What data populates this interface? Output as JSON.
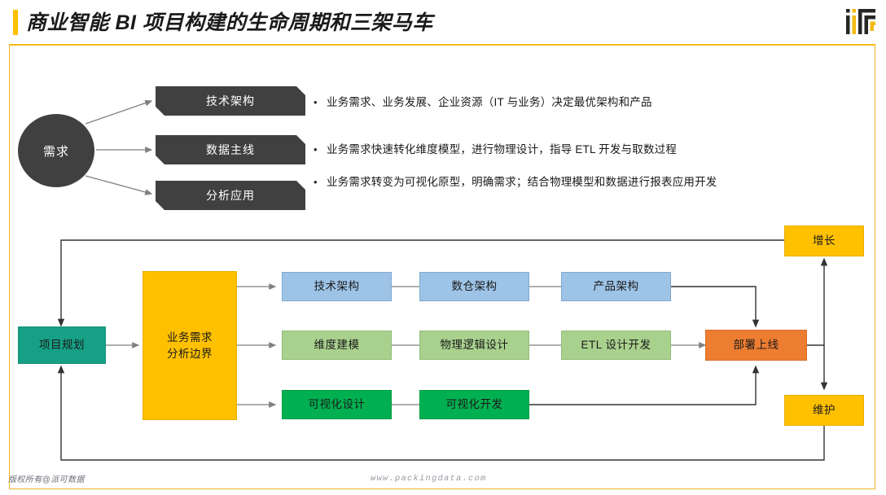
{
  "header": {
    "title": "商业智能 BI 项目构建的生命周期和三架马车",
    "accent_color": "#FFC000",
    "logo_name": "ifr-logo"
  },
  "top_section": {
    "source_node": {
      "label": "需求",
      "color": "#404040"
    },
    "pillars": [
      {
        "label": "技术架构",
        "color": "#404040"
      },
      {
        "label": "数据主线",
        "color": "#404040"
      },
      {
        "label": "分析应用",
        "color": "#404040"
      }
    ],
    "bullets": [
      {
        "marker": "•",
        "text": "业务需求、业务发展、企业资源（IT 与业务）决定最优架构和产品"
      },
      {
        "marker": "•",
        "text": "业务需求快速转化维度模型，进行物理设计，指导 ETL 开发与取数过程"
      },
      {
        "marker": "•",
        "text": "业务需求转变为可视化原型，明确需求；结合物理模型和数据进行报表应用开发"
      }
    ]
  },
  "flowchart": {
    "start": {
      "label": "项目规划",
      "color": "#16A085"
    },
    "scope": {
      "label_line1": "业务需求",
      "label_line2": "分析边界",
      "color": "#FFC000"
    },
    "lanes": [
      {
        "name": "architecture-lane",
        "color": "#9DC3E6",
        "steps": [
          {
            "label": "技术架构"
          },
          {
            "label": "数仓架构"
          },
          {
            "label": "产品架构"
          }
        ]
      },
      {
        "name": "modeling-lane",
        "color": "#A9D18E",
        "steps": [
          {
            "label": "维度建模"
          },
          {
            "label": "物理逻辑设计"
          },
          {
            "label": "ETL 设计开发"
          }
        ]
      },
      {
        "name": "visualization-lane",
        "color": "#00B050",
        "steps": [
          {
            "label": "可视化设计"
          },
          {
            "label": "可视化开发"
          }
        ]
      }
    ],
    "deploy": {
      "label": "部署上线",
      "color": "#ED7D31"
    },
    "growth": {
      "label": "增长",
      "color": "#FFC000"
    },
    "maintain": {
      "label": "维护",
      "color": "#FFC000"
    },
    "connector_color": "#7f7f7f",
    "loop_color": "#404040"
  },
  "footer": {
    "copyright": "版权所有@派可数据",
    "website": "www.packingdata.com"
  }
}
